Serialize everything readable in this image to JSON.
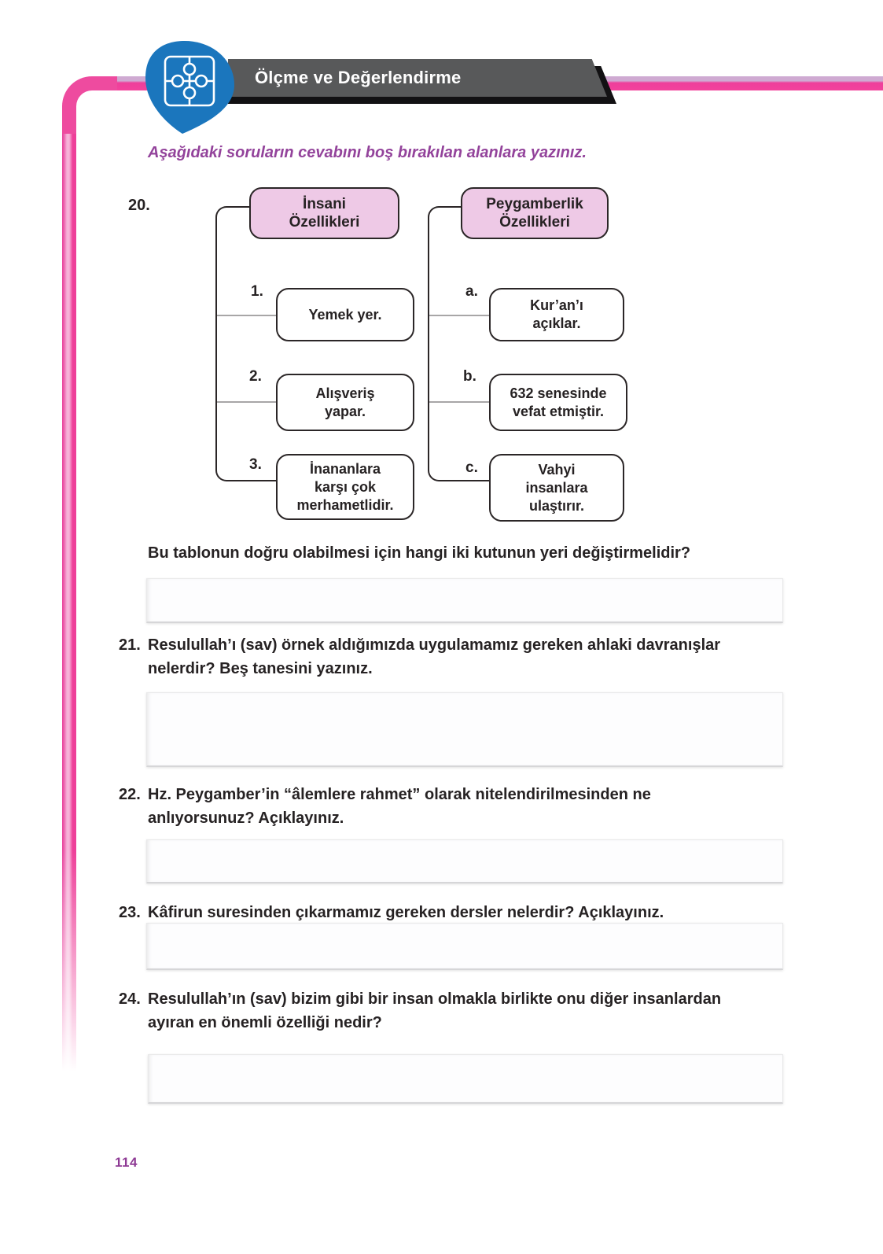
{
  "page": {
    "banner_title": "Ölçme ve Değerlendirme",
    "instruction": "Aşağıdaki soruların cevabını boş bırakılan alanlara yazınız.",
    "page_number": "114"
  },
  "colors": {
    "accent_pink": "#ee4b9f",
    "banner_gray": "#58595a",
    "badge_blue": "#1b76bd",
    "header_box_fill": "#eec9e6",
    "instruction_purple": "#93439b",
    "page_number_purple": "#8e3a94"
  },
  "diagram": {
    "number": "20.",
    "columns": [
      {
        "header_lines": [
          "İnsani",
          "Özellikleri"
        ],
        "items": [
          {
            "label": "1.",
            "lines": [
              "Yemek yer."
            ]
          },
          {
            "label": "2.",
            "lines": [
              "Alışveriş",
              "yapar."
            ]
          },
          {
            "label": "3.",
            "lines": [
              "İnananlara",
              "karşı çok",
              "merhametlidir."
            ]
          }
        ]
      },
      {
        "header_lines": [
          "Peygamberlik",
          "Özellikleri"
        ],
        "items": [
          {
            "label": "a.",
            "lines": [
              "Kur’an’ı",
              "açıklar."
            ]
          },
          {
            "label": "b.",
            "lines": [
              "632 senesinde",
              "vefat etmiştir."
            ]
          },
          {
            "label": "c.",
            "lines": [
              "Vahyi",
              "insanlara",
              "ulaştırır."
            ]
          }
        ]
      }
    ],
    "question": "Bu tablonun doğru olabilmesi için hangi iki kutunun yeri değiştirmelidir?"
  },
  "questions": [
    {
      "number": "21.",
      "lines": [
        "Resulullah’ı (sav) örnek aldığımızda uygulamamız gereken ahlaki davranışlar",
        "nelerdir? Beş tanesini yazınız."
      ]
    },
    {
      "number": "22.",
      "lines": [
        "Hz. Peygamber’in “âlemlere rahmet” olarak nitelendirilmesinden ne",
        "anlıyorsunuz? Açıklayınız."
      ]
    },
    {
      "number": "23.",
      "lines": [
        "Kâfirun suresinden çıkarmamız gereken dersler nelerdir? Açıklayınız."
      ]
    },
    {
      "number": "24.",
      "lines": [
        "Resulullah’ın (sav) bizim gibi bir insan olmakla birlikte onu diğer insanlardan",
        "ayıran en önemli özelliği nedir?"
      ]
    }
  ]
}
